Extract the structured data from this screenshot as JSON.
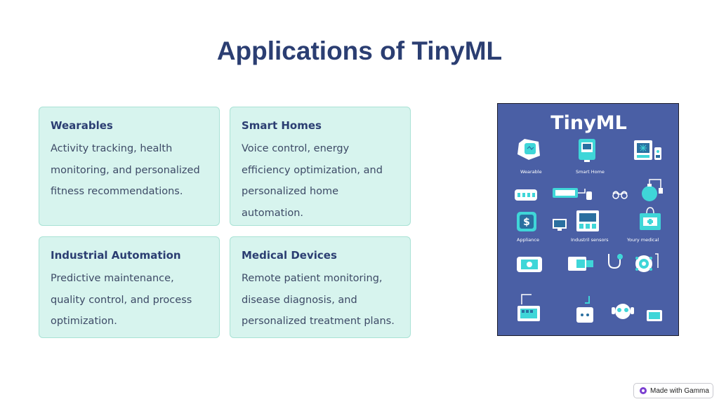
{
  "title": "Applications of TinyML",
  "cards": [
    {
      "title": "Wearables",
      "body": "Activity tracking, health monitoring, and personalized fitness recommendations."
    },
    {
      "title": "Smart Homes",
      "body": "Voice control, energy efficiency optimization, and personalized home automation."
    },
    {
      "title": "Industrial Automation",
      "body": "Predictive maintenance, quality control, and process optimization."
    },
    {
      "title": "Medical Devices",
      "body": "Remote patient monitoring, disease diagnosis, and personalized treatment plans."
    }
  ],
  "illustration": {
    "title": "TinyML",
    "labels": [
      "Wearable",
      "Smart Home",
      "Appliance",
      "Industril sensors",
      "Youry medical"
    ],
    "icons": [
      "smartwatch-icon",
      "smart-thermostat-icon",
      "smart-appliance-icon",
      "power-strip-icon",
      "plug-icon",
      "glasses-icon",
      "bulb-icon",
      "dollar-device-icon",
      "monitor-icon",
      "control-panel-icon",
      "medical-bag-icon",
      "phone-icon",
      "sensor-icon",
      "stethoscope-icon",
      "gear-sensor-icon",
      "infusion-device-icon",
      "socket-icon",
      "robot-icon",
      "battery-icon"
    ],
    "colors": {
      "background": "#4a5fa5",
      "icon_teal": "#3fd6d8",
      "icon_white": "#ffffff"
    }
  },
  "badge": {
    "label": "Made with Gamma"
  },
  "colors": {
    "title": "#2b3e72",
    "card_bg": "#d7f4ee",
    "card_border": "#a9e2d5"
  }
}
